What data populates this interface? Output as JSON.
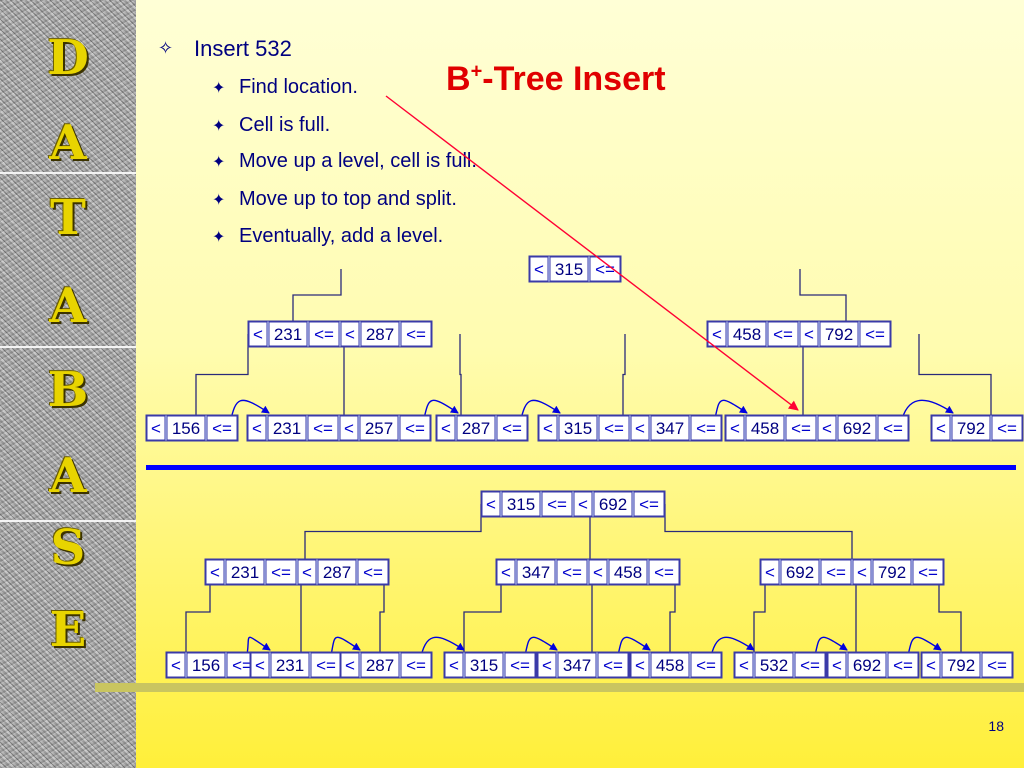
{
  "slide": {
    "sidebar_letters": [
      "D",
      "A",
      "T",
      "A",
      "B",
      "A",
      "S",
      "E"
    ],
    "title_main": "B",
    "title_sup": "+",
    "title_rest": "-Tree Insert",
    "bullets": [
      {
        "level": 0,
        "marker": "✧",
        "text": "Insert 532"
      },
      {
        "level": 1,
        "marker": "✦",
        "text": "Find location."
      },
      {
        "level": 1,
        "marker": "✦",
        "text": "Cell is full."
      },
      {
        "level": 1,
        "marker": "✦",
        "text": "Move up a level, cell is full."
      },
      {
        "level": 1,
        "marker": "✦",
        "text": "Move up to top and split."
      },
      {
        "level": 1,
        "marker": "✦",
        "text": "Eventually, add a level."
      }
    ],
    "page_number": "18",
    "colors": {
      "title": "#e00000",
      "text": "#000080",
      "divider": "#0000ff",
      "annotation_arrow": "#ff0033"
    }
  },
  "tree_before": {
    "root": [
      {
        "ptr": "<",
        "key": "315",
        "ptr2": "<="
      }
    ],
    "internal": [
      [
        {
          "ptr": "<",
          "key": "231",
          "ptr2": "<="
        },
        {
          "ptr": "<",
          "key": "287",
          "ptr2": "<="
        }
      ],
      [
        {
          "ptr": "<",
          "key": "458",
          "ptr2": "<="
        },
        {
          "ptr": "<",
          "key": "792",
          "ptr2": "<="
        }
      ]
    ],
    "leaves": [
      [
        {
          "ptr": "<",
          "key": "156",
          "ptr2": "<="
        }
      ],
      [
        {
          "ptr": "<",
          "key": "231",
          "ptr2": "<="
        },
        {
          "ptr": "<",
          "key": "257",
          "ptr2": "<="
        }
      ],
      [
        {
          "ptr": "<",
          "key": "287",
          "ptr2": "<="
        }
      ],
      [
        {
          "ptr": "<",
          "key": "315",
          "ptr2": "<="
        },
        {
          "ptr": "<",
          "key": "347",
          "ptr2": "<="
        }
      ],
      [
        {
          "ptr": "<",
          "key": "458",
          "ptr2": "<="
        },
        {
          "ptr": "<",
          "key": "692",
          "ptr2": "<="
        }
      ],
      [
        {
          "ptr": "<",
          "key": "792",
          "ptr2": "<="
        }
      ]
    ]
  },
  "tree_after": {
    "root": [
      {
        "ptr": "<",
        "key": "315",
        "ptr2": "<="
      },
      {
        "ptr": "<",
        "key": "692",
        "ptr2": "<="
      }
    ],
    "internal": [
      [
        {
          "ptr": "<",
          "key": "231",
          "ptr2": "<="
        },
        {
          "ptr": "<",
          "key": "287",
          "ptr2": "<="
        }
      ],
      [
        {
          "ptr": "<",
          "key": "347",
          "ptr2": "<="
        },
        {
          "ptr": "<",
          "key": "458",
          "ptr2": "<="
        }
      ],
      [
        {
          "ptr": "<",
          "key": "692",
          "ptr2": "<="
        },
        {
          "ptr": "<",
          "key": "792",
          "ptr2": "<="
        }
      ]
    ],
    "leaves": [
      [
        {
          "ptr": "<",
          "key": "156",
          "ptr2": "<="
        }
      ],
      [
        {
          "ptr": "<",
          "key": "231",
          "ptr2": "<="
        }
      ],
      [
        {
          "ptr": "<",
          "key": "287",
          "ptr2": "<="
        }
      ],
      [
        {
          "ptr": "<",
          "key": "315",
          "ptr2": "<="
        }
      ],
      [
        {
          "ptr": "<",
          "key": "347",
          "ptr2": "<="
        }
      ],
      [
        {
          "ptr": "<",
          "key": "458",
          "ptr2": "<="
        }
      ],
      [
        {
          "ptr": "<",
          "key": "532",
          "ptr2": "<="
        }
      ],
      [
        {
          "ptr": "<",
          "key": "692",
          "ptr2": "<="
        }
      ],
      [
        {
          "ptr": "<",
          "key": "792",
          "ptr2": "<="
        }
      ]
    ]
  }
}
